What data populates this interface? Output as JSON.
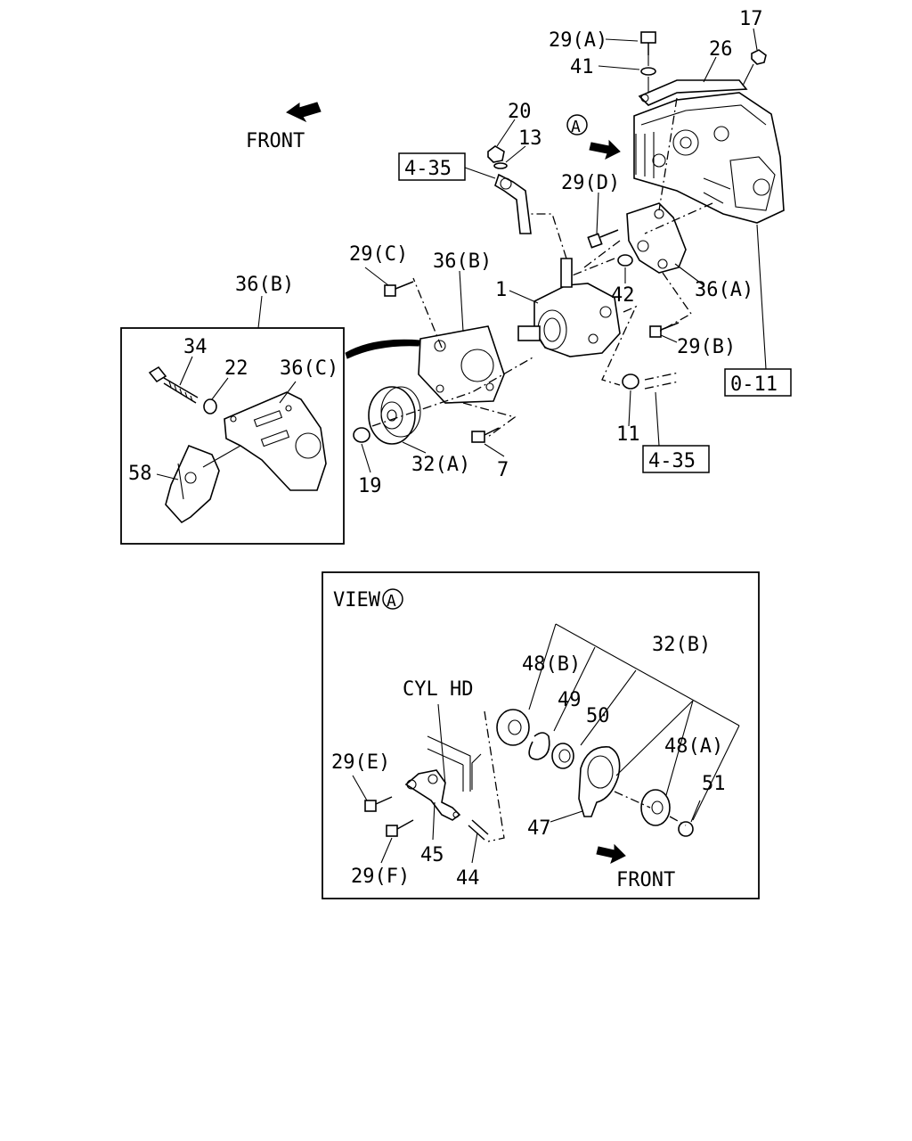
{
  "diagram": {
    "front_label_top": "FRONT",
    "front_label_bottom": "FRONT",
    "view_marker": "A",
    "view_label": "VIEW",
    "view_label_marker": "A",
    "cyl_hd_label": "CYL HD",
    "ref_boxes": [
      "4-35",
      "0-11",
      "4-35"
    ],
    "callouts": {
      "c29A": "29(A)",
      "c41": "41",
      "c17": "17",
      "c26": "26",
      "c20": "20",
      "c13": "13",
      "c29D": "29(D)",
      "c29C": "29(C)",
      "c36B": "36(B)",
      "c36B_inset": "36(B)",
      "c1": "1",
      "c42": "42",
      "c36A": "36(A)",
      "c29B": "29(B)",
      "c34": "34",
      "c22": "22",
      "c36C": "36(C)",
      "c58": "58",
      "c19": "19",
      "c32A": "32(A)",
      "c7": "7",
      "c11": "11",
      "c32B": "32(B)",
      "c48B": "48(B)",
      "c49": "49",
      "c50": "50",
      "c48A": "48(A)",
      "c51": "51",
      "c29E": "29(E)",
      "c29F": "29(F)",
      "c45": "45",
      "c44": "44",
      "c47": "47"
    }
  }
}
